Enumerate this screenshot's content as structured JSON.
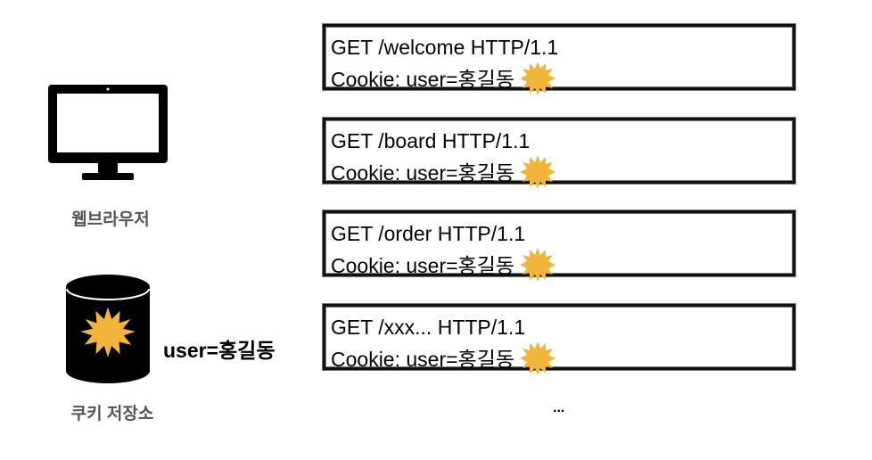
{
  "client": {
    "label": "웹브라우저",
    "icon": "monitor-icon"
  },
  "cookie_store": {
    "label": "쿠키 저장소",
    "icon": "database-icon",
    "stored_cookie": "user=홍길동"
  },
  "requests": [
    {
      "request_line": "GET /welcome HTTP/1.1",
      "cookie_header": "Cookie: user=홍길동"
    },
    {
      "request_line": "GET /board HTTP/1.1",
      "cookie_header": "Cookie: user=홍길동"
    },
    {
      "request_line": "GET /order HTTP/1.1",
      "cookie_header": "Cookie: user=홍길동"
    },
    {
      "request_line": "GET /xxx... HTTP/1.1",
      "cookie_header": "Cookie: user=홍길동"
    }
  ],
  "more": "...",
  "colors": {
    "cookie": "#f2b53c",
    "frame": "#111111",
    "label_gray": "#555555"
  }
}
